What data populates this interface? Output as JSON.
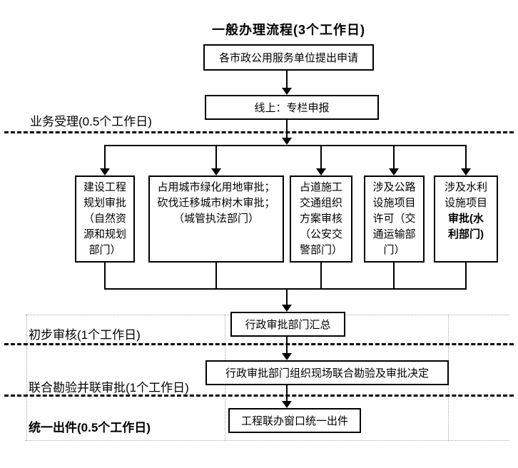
{
  "title": "一般办理流程(3个工作日)",
  "flow": {
    "apply_box": "各市政公用服务单位提出申请",
    "online_box": "线上：专栏申报",
    "summary_box": "行政审批部门汇总",
    "joint_box": "行政审批部门组织现场联合勘验及审批决定",
    "output_box": "工程联办窗口统一出件"
  },
  "stages": {
    "acceptance": "业务受理(0.5个工作日)",
    "preliminary": "初步审核(1个工作日)",
    "joint": "联合勘验并联审批(1个工作日)",
    "output": "统一出件(0.5个工作日)"
  },
  "departments": [
    {
      "text": "建设工程\n规划审批\n（自然资\n源和规划\n部门）",
      "bold_text": ""
    },
    {
      "text": "占用城市绿化用地审批；\n砍伐迁移城市树木审批；\n（城管执法部门）",
      "bold_text": ""
    },
    {
      "text": "占道施工\n交通组织\n方案审核\n（公安交\n警部门）",
      "bold_text": ""
    },
    {
      "text": "涉及公路\n设施项目\n许可（交\n通运输部\n门）",
      "bold_text": ""
    },
    {
      "text": "涉及水利\n设施项目",
      "bold_text": "审批(水\n利部门)"
    }
  ],
  "colors": {
    "line": "#000000",
    "stage_divider": "#000000",
    "grid_dotted": "#a9a9a9",
    "background": "#ffffff"
  }
}
